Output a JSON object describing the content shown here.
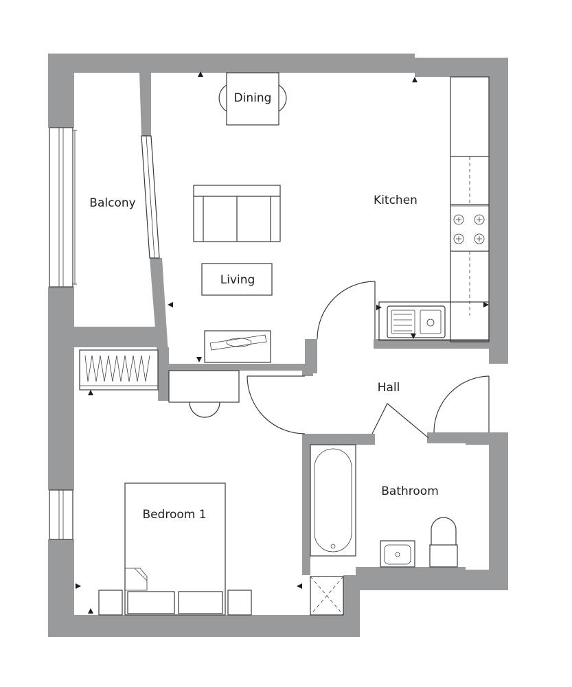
{
  "rooms": {
    "dining": "Dining",
    "balcony": "Balcony",
    "kitchen": "Kitchen",
    "living": "Living",
    "hall": "Hall",
    "bathroom": "Bathroom",
    "bedroom_1": "Bedroom 1"
  },
  "colors": {
    "wall": "#999a9c",
    "line": "#3a3a3c",
    "background": "#ffffff"
  }
}
